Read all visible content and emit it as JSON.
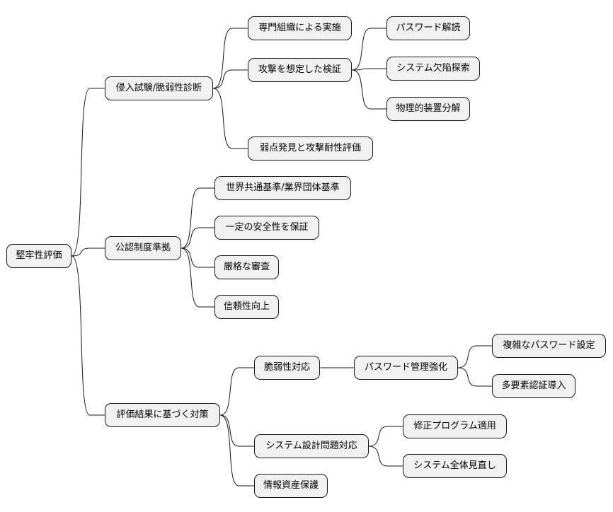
{
  "root": {
    "label": "堅牢性評価"
  },
  "branches": [
    {
      "label": "侵入試験/脆弱性診断",
      "children": [
        {
          "label": "専門組織による実施"
        },
        {
          "label": "攻撃を想定した検証",
          "children": [
            {
              "label": "パスワード解読"
            },
            {
              "label": "システム欠陥探索"
            },
            {
              "label": "物理的装置分解"
            }
          ]
        },
        {
          "label": "弱点発見と攻撃耐性評価"
        }
      ]
    },
    {
      "label": "公認制度準拠",
      "children": [
        {
          "label": "世界共通基準/業界団体基準"
        },
        {
          "label": "一定の安全性を保証"
        },
        {
          "label": "厳格な審査"
        },
        {
          "label": "信頼性向上"
        }
      ]
    },
    {
      "label": "評価結果に基づく対策",
      "children": [
        {
          "label": "脆弱性対応",
          "children": [
            {
              "label": "パスワード管理強化",
              "children": [
                {
                  "label": "複雑なパスワード設定"
                },
                {
                  "label": "多要素認証導入"
                }
              ]
            }
          ]
        },
        {
          "label": "システム設計問題対応",
          "children": [
            {
              "label": "修正プログラム適用"
            },
            {
              "label": "システム全体見直し"
            }
          ]
        },
        {
          "label": "情報資産保護"
        }
      ]
    }
  ]
}
